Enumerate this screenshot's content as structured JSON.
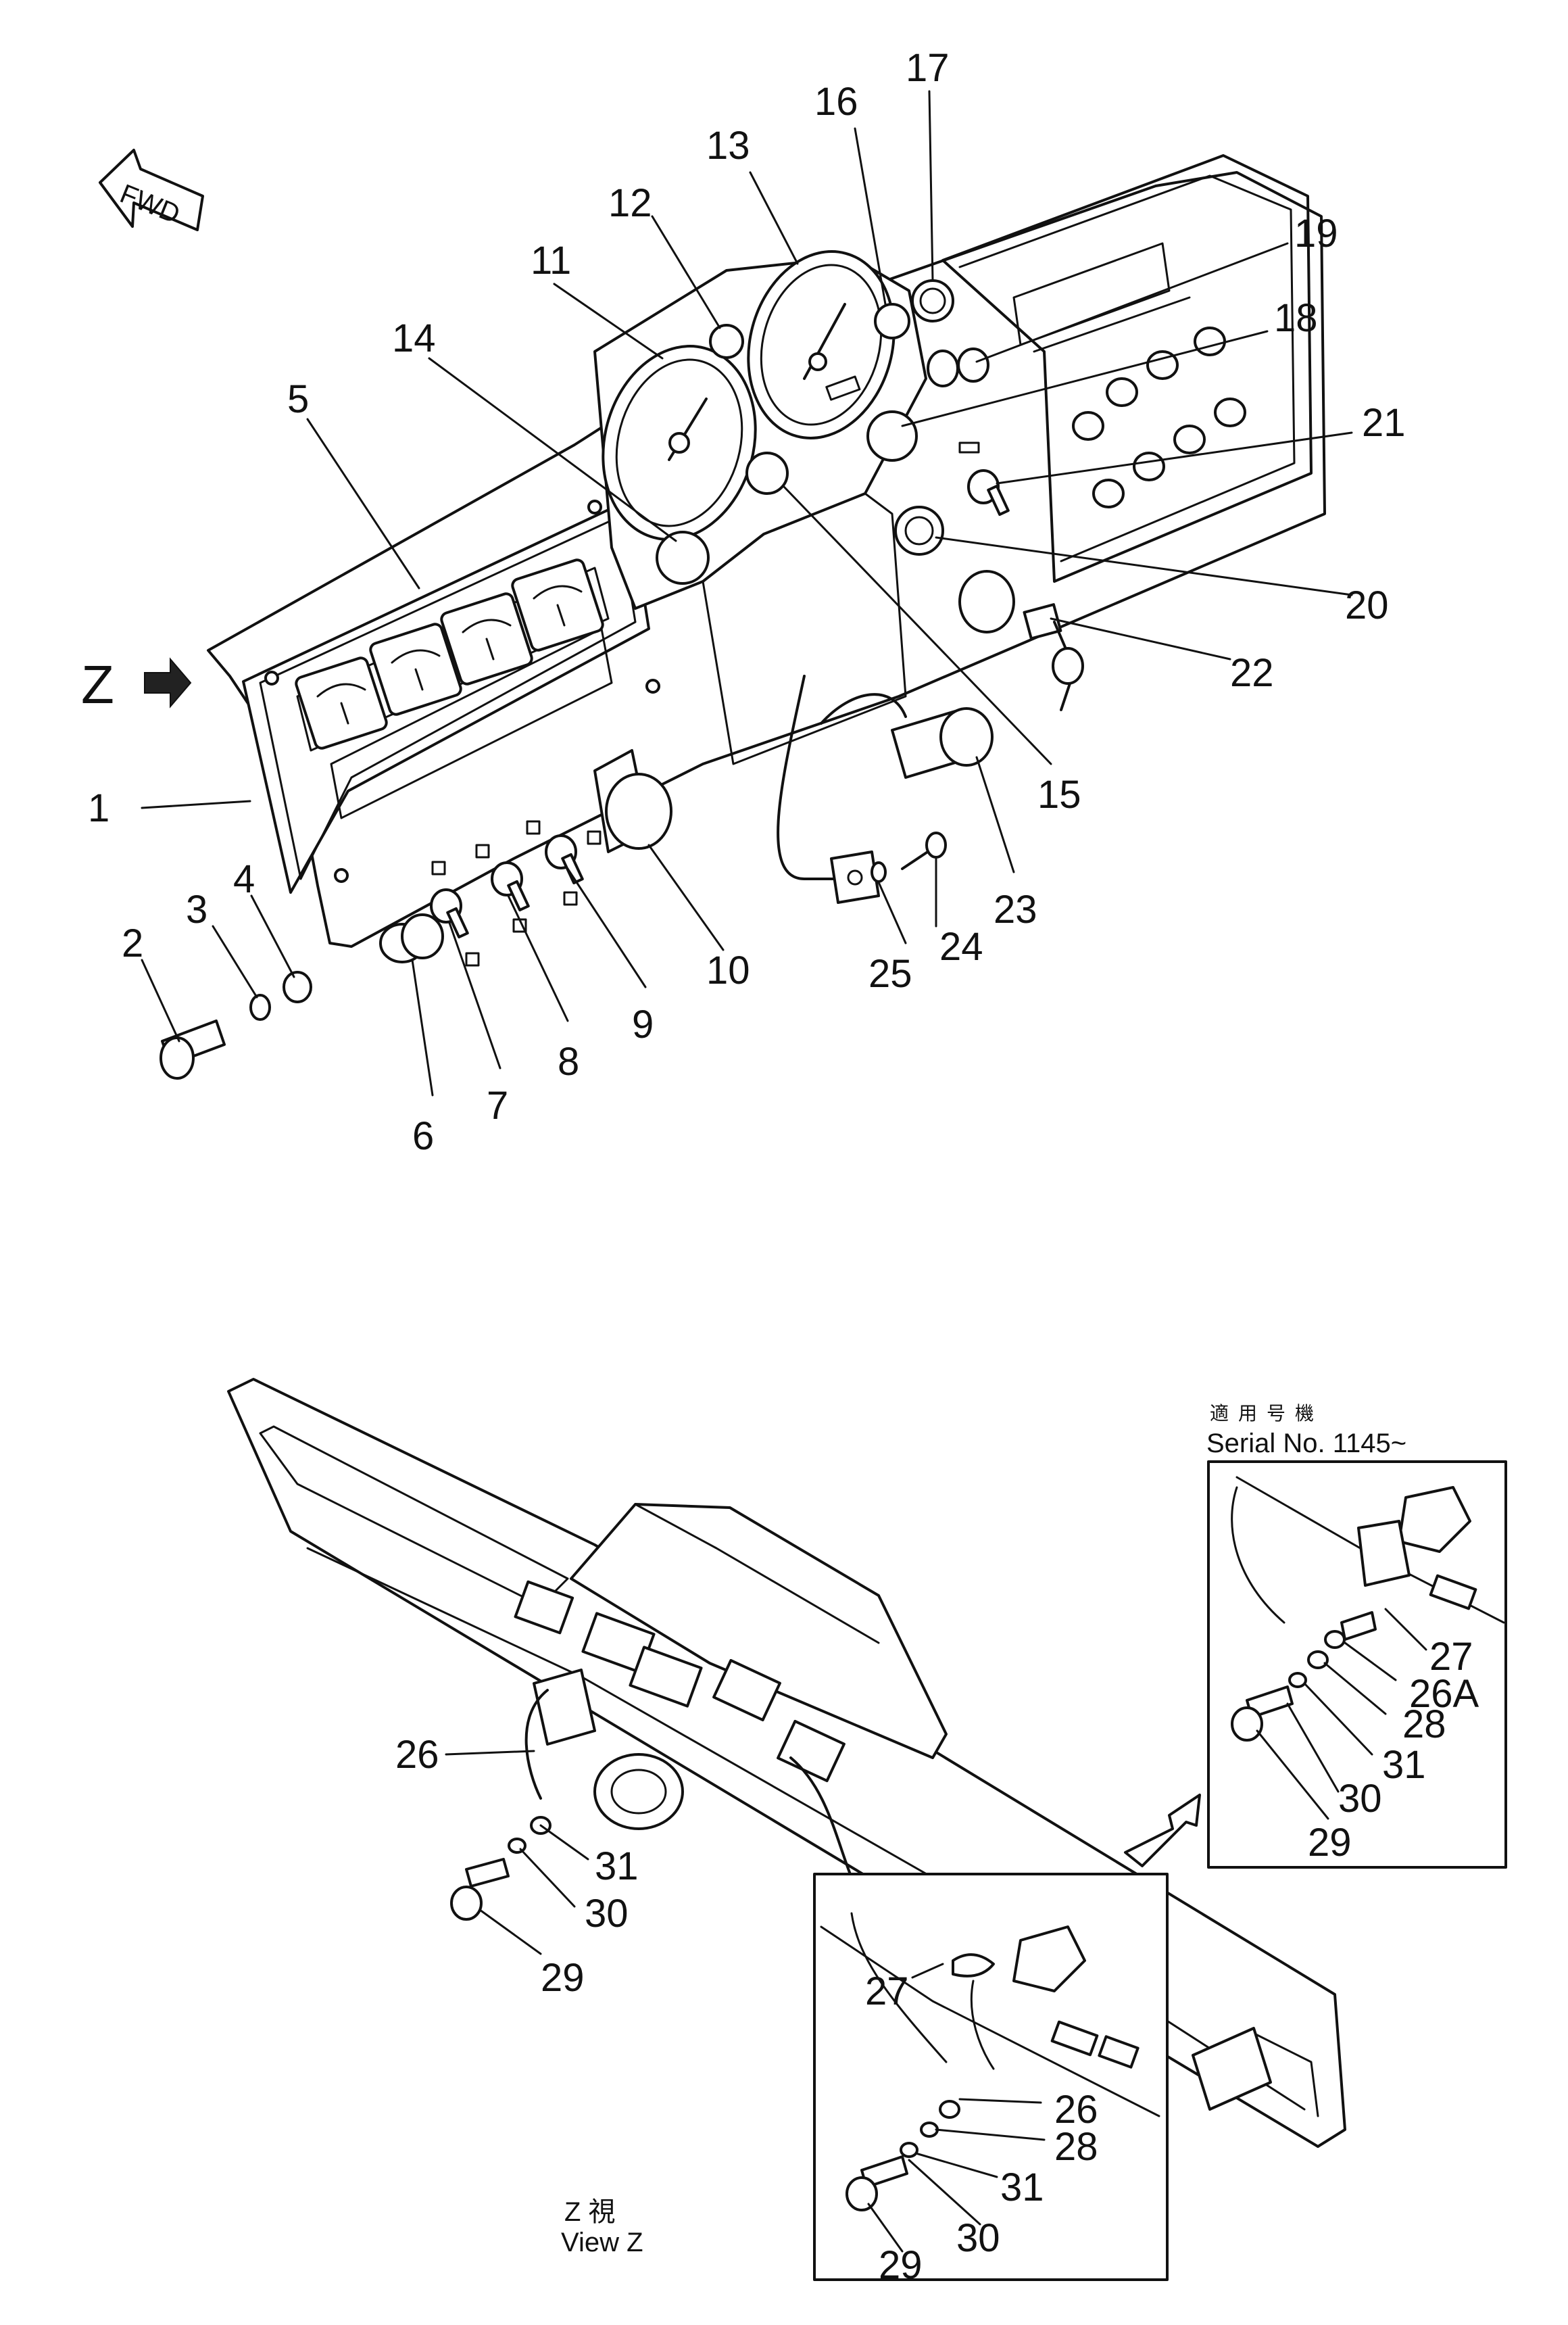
{
  "labels": {
    "l1": "1",
    "l2": "2",
    "l3": "3",
    "l4": "4",
    "l5": "5",
    "l6": "6",
    "l7": "7",
    "l8": "8",
    "l9": "9",
    "l10": "10",
    "l11": "11",
    "l12": "12",
    "l13": "13",
    "l14": "14",
    "l15": "15",
    "l16": "16",
    "l17": "17",
    "l18": "18",
    "l19": "19",
    "l20": "20",
    "l21": "21",
    "l22": "22",
    "l23": "23",
    "l24": "24",
    "l25": "25",
    "b26": "26",
    "b29": "29",
    "b30": "30",
    "b31": "31",
    "i1_27": "27",
    "i1_26": "26",
    "i1_28": "28",
    "i1_31": "31",
    "i1_29": "29",
    "i1_30": "30",
    "i2_27": "27",
    "i2_26a": "26A",
    "i2_28": "28",
    "i2_31": "31",
    "i2_30": "30",
    "i2_29": "29"
  },
  "markers": {
    "fwd": "FWD",
    "view_arrow": "Z"
  },
  "captions": {
    "serial_jp": "適用号機",
    "serial": "Serial No. 1145~",
    "view_z_jp": "Z 視",
    "view_z": "View Z"
  }
}
